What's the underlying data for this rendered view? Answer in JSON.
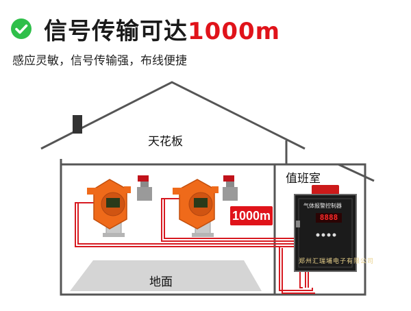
{
  "header": {
    "title_main": "信号传输可达",
    "title_accent": "1000m",
    "subtitle": "感应灵敏，信号传输强，布线便捷",
    "icon": "check-circle-icon"
  },
  "scene": {
    "ceiling_label": "天花板",
    "duty_room_label": "值班室",
    "floor_label": "地面",
    "distance_badge": "1000m",
    "controller_title": "气体报警控制器",
    "controller_display": "8888",
    "controller_footer": "郑州汇瑞埔电子有限公司"
  },
  "colors": {
    "accent_red": "#e0131a",
    "check_green": "#2fbf4a",
    "detector_orange": "#ef6a1a",
    "wire_red": "#d71920"
  }
}
